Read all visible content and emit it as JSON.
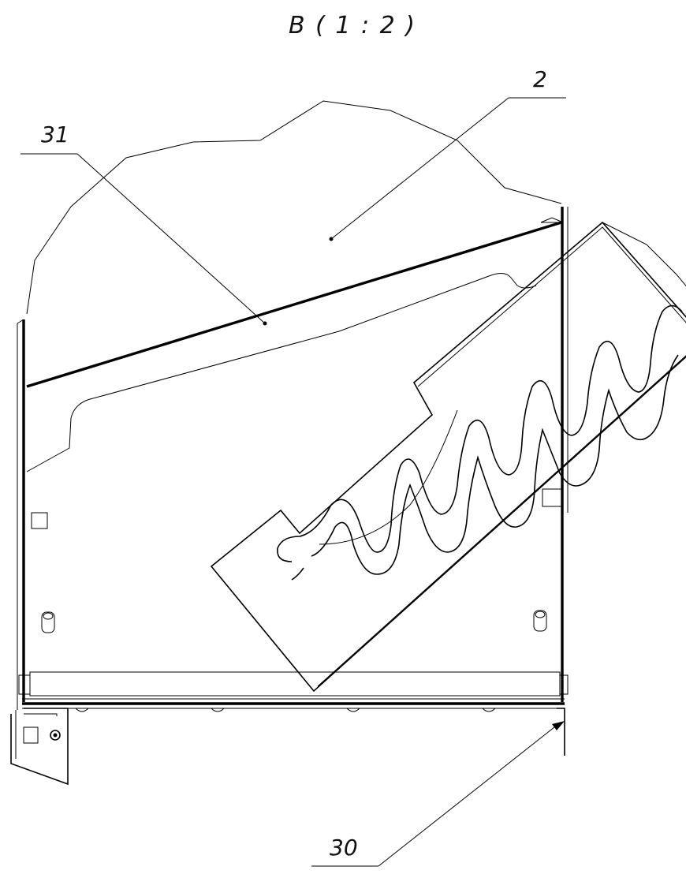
{
  "view_title": "B ( 1 : 2 )",
  "callouts": [
    {
      "id": "2",
      "text": "2"
    },
    {
      "id": "31",
      "text": "31"
    },
    {
      "id": "30",
      "text": "30"
    }
  ]
}
